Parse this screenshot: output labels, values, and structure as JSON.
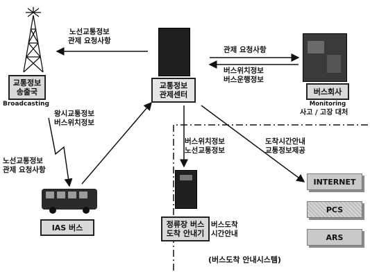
{
  "nodes": {
    "broadcast_station": {
      "name": "교통정보\n송출국",
      "sub": "Broadcasting"
    },
    "traffic_center": {
      "name": "교통정보\n관제센터"
    },
    "bus_company": {
      "name": "버스회사",
      "sub1": "Monitoring",
      "sub2": "사고 / 고장 대처"
    },
    "ias_bus": {
      "name": "IAS 버스"
    },
    "stop_display": {
      "name": "정류장 버스\n도착 안내기",
      "side": "버스도착\n시간안내"
    }
  },
  "arrow_labels": {
    "center_to_broadcast": "노선교통정보\n관제 요청사항",
    "center_to_company": "관제 요청사항",
    "company_to_center": "버스위치정보\n버스운행정보",
    "bus_to_center": "왕시교통정보\n버스위치정보",
    "broadcast_to_bus": "노선교통정보\n관제 요청사항",
    "center_to_stop": "버스위치정보\n노선교통정보",
    "center_to_internet": "도착시간안내\n교통정보제공"
  },
  "system": {
    "title": "(버스도착 안내시스템)",
    "items": [
      "INTERNET",
      "PCS",
      "ARS"
    ]
  }
}
